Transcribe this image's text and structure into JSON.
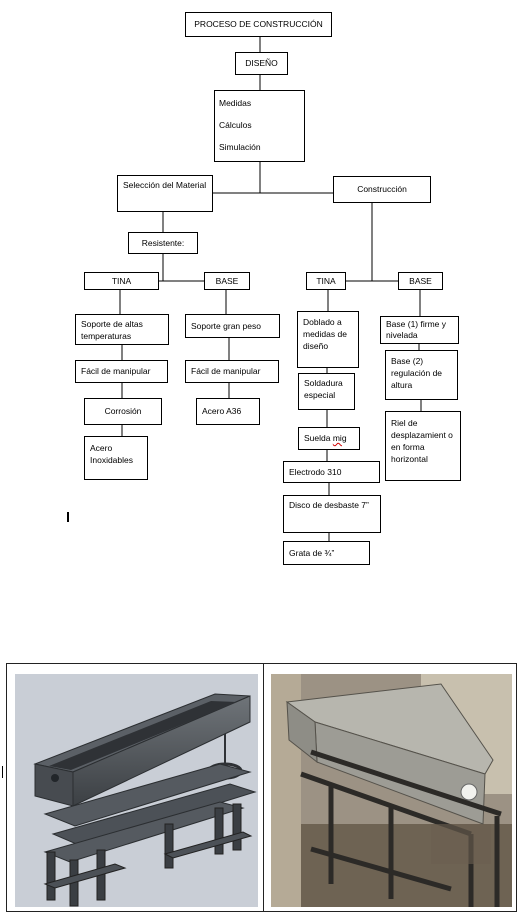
{
  "diagram": {
    "root": "PROCESO DE CONSTRUCCIÓN",
    "design": "DISEÑO",
    "design_items": [
      "Medidas",
      "Cálculos",
      "Simulación"
    ],
    "material_selection": "Selección del Material",
    "construction": "Construcción",
    "resistant": "Resistente:",
    "left_tina": "TINA",
    "left_base": "BASE",
    "tina_props": [
      "Soporte de altas temperaturas",
      "Fácil de manipular",
      "Corrosión",
      "Acero Inoxidables"
    ],
    "base_props": [
      "Soporte gran peso",
      "Fácil de manipular",
      "Acero A36"
    ],
    "right_tina": "TINA",
    "right_base": "BASE",
    "tina_steps": [
      "Doblado a medidas de diseño",
      "Soldadura especial",
      "Suelda ",
      "Electrodo 310",
      "Disco de desbaste 7”",
      "Grata de ¾”"
    ],
    "tina_steps_mig": "mig",
    "base_steps": [
      "Base (1) firme  y nivelada",
      "Base (2) regulación de altura",
      "Riel de desplazamient o en forma horizontal"
    ]
  },
  "figure": {
    "left_image": "CAD model of tank and frame",
    "right_image": "Photo of built stainless tank on frame"
  }
}
